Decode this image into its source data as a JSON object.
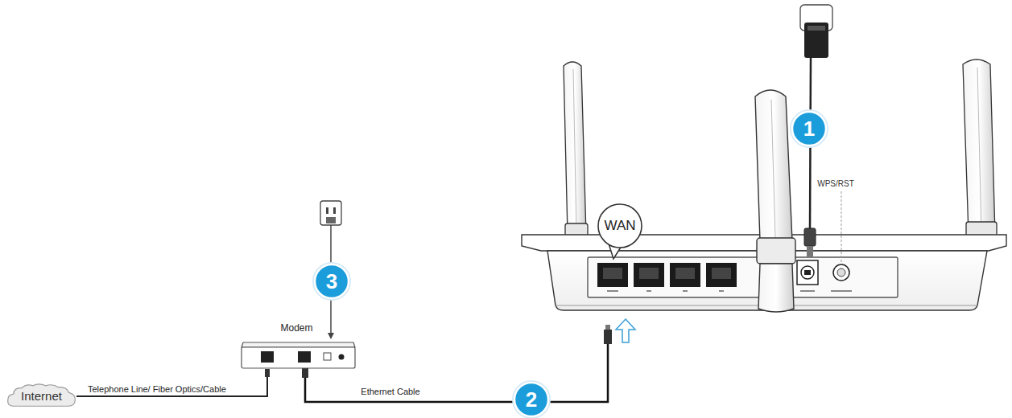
{
  "diagram": {
    "nodes": [
      {
        "text": [
          "Internet"
        ]
      },
      {
        "text": [
          "Modem"
        ]
      }
    ],
    "edges": [
      {
        "from": 0,
        "to": 1,
        "arrow": "none",
        "label": "Telephone Line/ Fiber Optics/Cable"
      }
    ],
    "labels": [
      "WAN",
      "1",
      "2",
      "3",
      "WPS/RST",
      "Ethernet Cable"
    ]
  }
}
